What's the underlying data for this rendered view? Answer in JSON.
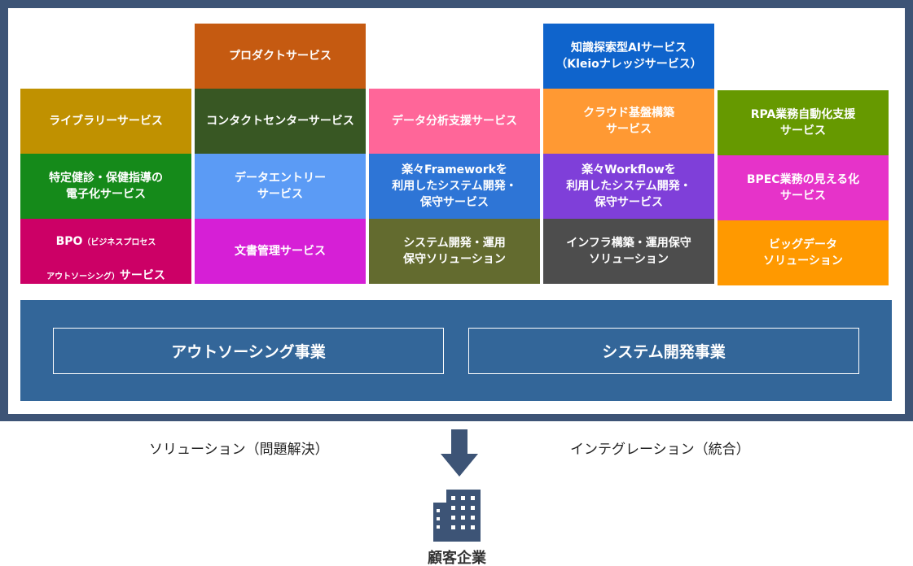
{
  "columns": [
    {
      "boxes": [
        {
          "text": "ライブラリーサービス",
          "color": "#c09100"
        },
        {
          "text": "特定健診・保健指導の\n電子化サービス",
          "color": "#158a1a"
        },
        {
          "text_main": "BPO",
          "text_small1": "（ビジネスプロセス",
          "text_small2": "アウトソーシング）",
          "text_tail": "サービス",
          "color": "#cc0066"
        }
      ]
    },
    {
      "boxes": [
        {
          "text": "プロダクトサービス",
          "color": "#c55a11"
        },
        {
          "text": "コンタクトセンターサービス",
          "color": "#385723"
        },
        {
          "text": "データエントリー\nサービス",
          "color": "#5b9bf5"
        },
        {
          "text": "文書管理サービス",
          "color": "#d61fd6"
        }
      ]
    },
    {
      "boxes": [
        {
          "text": "データ分析支援サービス",
          "color": "#ff6699"
        },
        {
          "text": "楽々Frameworkを\n利用したシステム開発・\n保守サービス",
          "color": "#2e75d6"
        },
        {
          "text": "システム開発・運用\n保守ソリューション",
          "color": "#636b2f"
        }
      ]
    },
    {
      "boxes": [
        {
          "text": "知識探索型AIサービス\n（Kleioナレッジサービス）",
          "color": "#0f64cc"
        },
        {
          "text": "クラウド基盤構築\nサービス",
          "color": "#ff9933"
        },
        {
          "text": "楽々Workflowを\n利用したシステム開発・\n保守サービス",
          "color": "#7f3fd9"
        },
        {
          "text": "インフラ構築・運用保守\nソリューション",
          "color": "#4d4d4d"
        }
      ]
    },
    {
      "boxes": [
        {
          "text": "RPA業務自動化支援\nサービス",
          "color": "#669900"
        },
        {
          "text": "BPEC業務の見える化\nサービス",
          "color": "#e633c9"
        },
        {
          "text": "ビッグデータ\nソリューション",
          "color": "#ff9900"
        }
      ]
    }
  ],
  "base": {
    "left_label": "アウトソーシング事業",
    "right_label": "システム開発事業"
  },
  "captions": {
    "left": "ソリューション（問題解決）",
    "right": "インテグレーション（統合）"
  },
  "customer": "顧客企業",
  "colors": {
    "frame": "#3d5476",
    "base": "#336699",
    "arrow": "#3d5476",
    "building": "#3d5476"
  },
  "icons": [
    "down-arrow-icon",
    "building-icon"
  ]
}
